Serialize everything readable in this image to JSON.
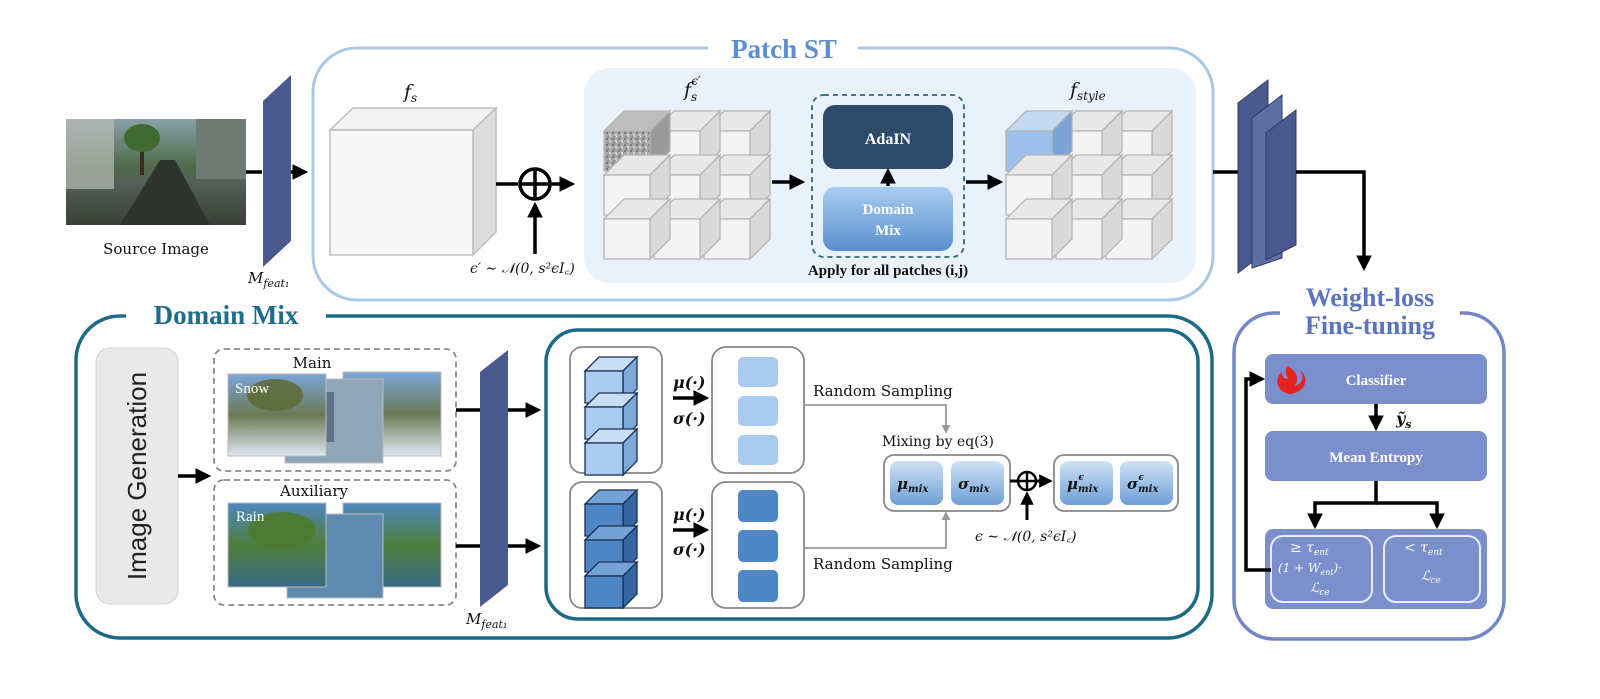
{
  "patch_st": {
    "title": "Patch ST",
    "f_s": "f",
    "f_s_sub": "s",
    "f_s_eps": "f",
    "f_s_eps_sub": "s",
    "f_s_eps_sup": "ϵ′",
    "f_style": "f",
    "f_style_sub": "style",
    "adain": "AdaIN",
    "domain_mix_line1": "Domain",
    "domain_mix_line2": "Mix",
    "apply_label": "Apply for all patches (i,j)",
    "noise_label": "ϵ′ ∼ 𝒩(0, s²ϵI꜀)"
  },
  "source": {
    "caption": "Source Image",
    "feat_label": "M",
    "feat_sub": "feat₁"
  },
  "domain_mix": {
    "title": "Domain Mix",
    "image_generation": "Image Generation",
    "main_label": "Main",
    "snow_label": "Snow",
    "aux_label": "Auxiliary",
    "rain_label": "Rain",
    "feat_label": "M",
    "feat_sub": "feat₁",
    "mu_label": "μ(·)",
    "sigma_label": "σ(·)",
    "random_sampling_top": "Random Sampling",
    "random_sampling_bottom": "Random Sampling",
    "mixing_label": "Mixing by eq(3)",
    "mu_mix": "μ",
    "sigma_mix": "σ",
    "mix_sub": "mix",
    "eps_sup": "ϵ",
    "noise_label": "ϵ ∼ 𝒩(0, s²ϵI꜀)"
  },
  "weight_loss": {
    "title_line1": "Weight-loss",
    "title_line2": "Fine-tuning",
    "classifier": "Classifier",
    "y_label": "ỹ",
    "y_sub": "s",
    "mean_entropy": "Mean Entropy",
    "ge_label": "≥ τ",
    "lt_label": "< τ",
    "tau_sub": "ent",
    "weight_line1": "(1 + W",
    "weight_line1_sub": "ent",
    "weight_line1_end": ")·",
    "loss": "ℒ",
    "loss_sub": "ce"
  },
  "colors": {
    "patch_border": "#a9c8e6",
    "patch_title": "#5b8fd0",
    "domain_border": "#1c6a86",
    "domain_title": "#1e6d8c",
    "weight_border": "#7186c8",
    "weight_title": "#5c74bf",
    "feat_block": "#4a5a8f",
    "adain": "#2e4a6b",
    "block_mid": "#7b8fcc"
  }
}
